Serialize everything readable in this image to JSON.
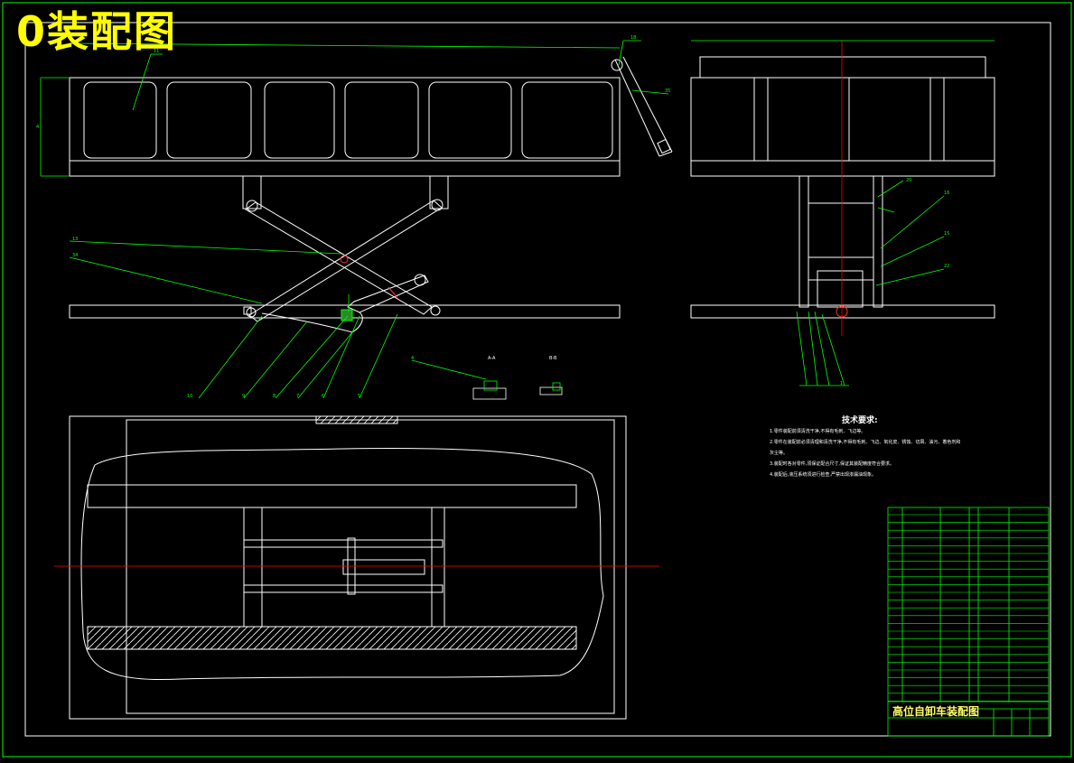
{
  "drawing": {
    "title": "0装配图",
    "drawing_name": "高位自卸车装配图"
  },
  "section_labels": [
    "A-A",
    "B-B"
  ],
  "technical_requirements": {
    "heading": "技术要求:",
    "notes": [
      "1.零件装配前须清洗干净,不得有毛刺、飞边等。",
      "2.零件在装配前必须清理和清洗干净,不得有毛刺、飞边、氧化皮、锈蚀、切屑、油污、着色剂和",
      "灰尘等。",
      "3.装配时各对零件,须保证配合尺寸,保证其装配精度符合要求。",
      "4.装配后,液压系统须进行检查,严禁出现渗漏油现象。"
    ]
  },
  "colors": {
    "background": "#000000",
    "outline": "#ffffff",
    "dimension": "#00ff00",
    "centerline": "#ff0000",
    "title_text": "#ffff00",
    "frame": "#00ff00"
  }
}
